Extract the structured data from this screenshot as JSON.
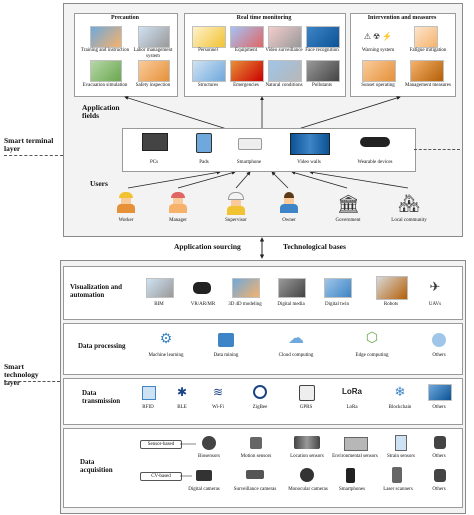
{
  "layers": {
    "terminal": "Smart terminal layer",
    "technology": "Smart technology layer"
  },
  "application_fields": "Application fields",
  "users_title": "Users",
  "prevention": {
    "title": "Precaution",
    "items": [
      "Training and instruction",
      "Labor management system",
      "Evacuation simulation",
      "Safety inspection"
    ]
  },
  "monitoring": {
    "title": "Real time monitoring",
    "items": [
      "Personnel",
      "Equipment",
      "Video surveillance",
      "Face recognition",
      "Structures",
      "Emergencies",
      "Natural conditions",
      "Pollutants"
    ]
  },
  "intervention": {
    "title": "Intervention and measures",
    "items": [
      "Warning system",
      "Fatigue mitigation",
      "Sunset operating",
      "Management measures"
    ]
  },
  "devices": [
    "PCs",
    "Pads",
    "Smartphone",
    "Video walls",
    "Wearable devices"
  ],
  "users": [
    "Worker",
    "Manager",
    "Supervisor",
    "Owner",
    "Government",
    "Local community"
  ],
  "middle": {
    "left": "Application sourcing",
    "right": "Technological bases"
  },
  "visualization": {
    "title": "Visualization and automation",
    "items": [
      "BIM",
      "VR/AR/MR",
      "3D 4D modeling",
      "Digital media",
      "Digital twin",
      "Robots",
      "UAVs"
    ]
  },
  "processing": {
    "title": "Data processing",
    "items": [
      "Machine learning",
      "Data mining",
      "Cloud computing",
      "Edge computing",
      "Others"
    ]
  },
  "transmission": {
    "title": "Data transmission",
    "items": [
      "RFID",
      "BLE",
      "Wi-Fi",
      "ZigBee",
      "GPRS",
      "LoRa",
      "Blockchain",
      "Others"
    ],
    "lora_logo": "LoRa"
  },
  "acquisition": {
    "title": "Data acquisition",
    "sensor_tag": "Sensor-based",
    "cv_tag": "CV-based",
    "sensors": [
      "Biosensors",
      "Motion sensors",
      "Location sensors",
      "Environmental sensors",
      "Strain sensors",
      "Others"
    ],
    "cv": [
      "Digital cameras",
      "Surveillance cameras",
      "Monocular cameras",
      "Smartphones",
      "Laser scanners",
      "Others"
    ]
  }
}
